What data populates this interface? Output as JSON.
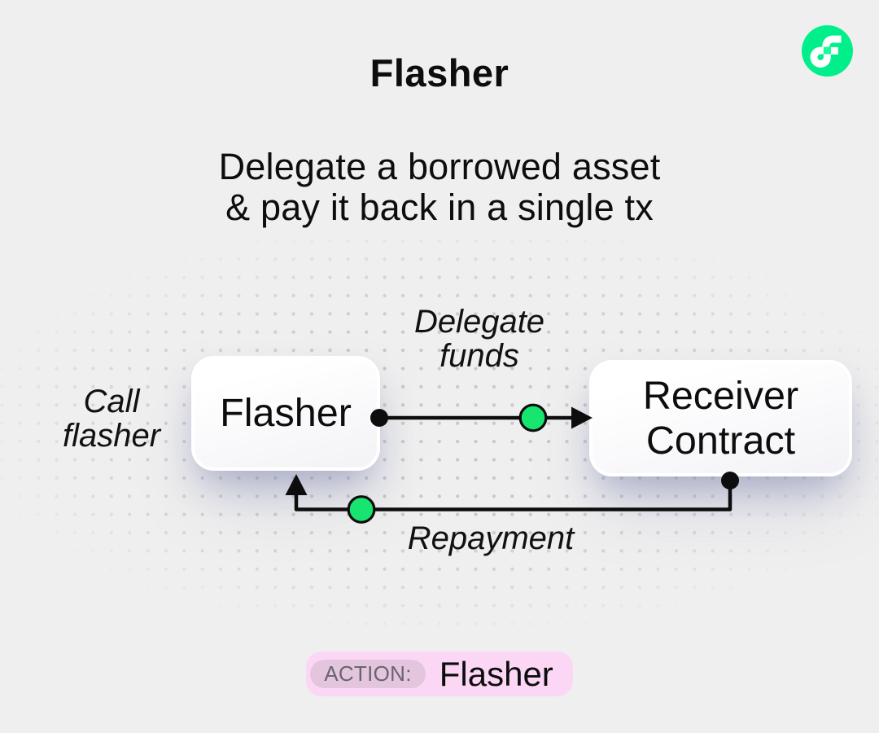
{
  "colors": {
    "background": "#efefef",
    "ink": "#0d0d0d",
    "flow_green": "#00ef8b",
    "flow_green_light": "#16ff99",
    "connector_green": "#17e570",
    "dot_grid": "#c7c7cd",
    "pill_bg": "#fbd7f5",
    "badge_bg": "#e3c5de",
    "badge_text": "#6b6470"
  },
  "header": {
    "title": "Flasher",
    "subtitle_line1": "Delegate a borrowed asset",
    "subtitle_line2": "& pay it back in a single tx",
    "logo_icon": "flow-logo"
  },
  "diagram": {
    "nodes": [
      {
        "id": "flasher",
        "label": "Flasher"
      },
      {
        "id": "receiver",
        "label_line1": "Receiver",
        "label_line2": "Contract"
      }
    ],
    "edges": [
      {
        "from": "flasher",
        "to": "receiver",
        "label_line1": "Delegate",
        "label_line2": "funds"
      },
      {
        "from": "receiver",
        "to": "flasher",
        "label": "Repayment"
      }
    ],
    "side_label_line1": "Call",
    "side_label_line2": "flasher"
  },
  "footer": {
    "action_label": "ACTION:",
    "action_value": "Flasher"
  }
}
